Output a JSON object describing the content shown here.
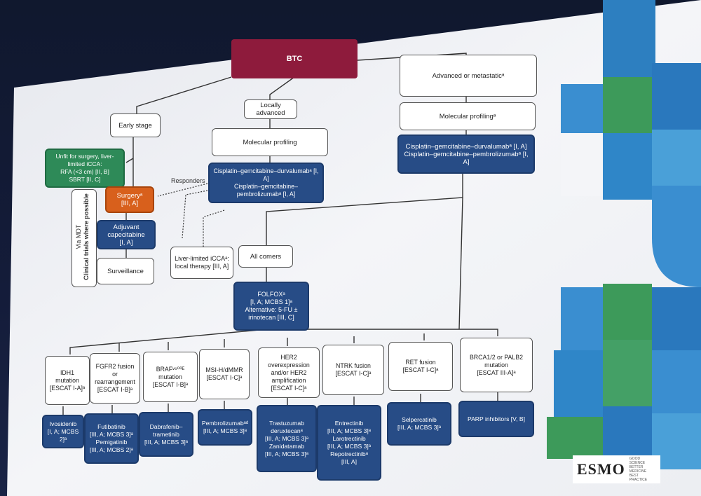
{
  "nodes": {
    "btc": "BTC",
    "early_stage": "Early stage",
    "locally_advanced": "Locally advanced",
    "advanced_metastatic": "Advanced or metastaticᵃ",
    "unfit_surgery": "Unfit for surgery, liver-limited iCCA:\nRFA (<3 cm) [II, B]\nSBRT [II, C]",
    "surgery": "Surgeryᵃ\n[III, A]",
    "adjuvant": "Adjuvant capecitabine\n[I, A]",
    "surveillance": "Surveillance",
    "molecular_profiling_la": "Molecular profiling",
    "cisplatin_la": "Cisplatin–gemcitabine–durvalumabᵃ [I, A]\nCisplatin–gemcitabine–pembrolizumabᵃ [I, A]",
    "molecular_profiling_adv": "Molecular profilingᵃ",
    "cisplatin_adv": "Cisplatin–gemcitabine–durvalumabᵃ [I, A]\nCisplatin–gemcitabine–pembrolizumabᵃ [I, A]",
    "liver_limited": "Liver-limited iCCAᵃ:\nlocal therapy [III, A]",
    "all_comers": "All comers",
    "folfox": "FOLFOXᵃ\n[I, A; MCBS 1]ᵃ\nAlternative: 5-FU ±\nirinotecan [III, C]"
  },
  "labels": {
    "responders": "Responders",
    "via_mdt": "Via MDT",
    "clinical_trials": "Clinical trials where possible"
  },
  "mutations": [
    "IDH1 mutation\n[ESCAT I-A]ᵃ",
    "FGFR2 fusion or\nrearrangement\n[ESCAT I-B]ᵃ",
    "BRAFᵛ⁶⁰⁰ᴱ\nmutation\n[ESCAT I-B]ᵃ",
    "MSI-H/dMMR\n[ESCAT I-C]ᵃ",
    "HER2 overexpression\nand/or HER2\namplification\n[ESCAT I-C]ᵃ",
    "NTRK fusion\n[ESCAT I-C]ᵃ",
    "RET fusion\n[ESCAT I-C]ᵃ",
    "BRCA1/2 or PALB2\nmutation\n[ESCAT III-A]ᵃ"
  ],
  "treatments": [
    "Ivosidenib\n[I, A; MCBS 2]ᵃ",
    "Futibatinib\n[III, A; MCBS 3]ᵃ\nPemigatinib\n[III, A; MCBS 2]ᵃ",
    "Dabrafenib–\ntrametinib\n[III, A; MCBS 3]ᵃ",
    "Pembrolizumabᵃᵈ\n[III, A; MCBS 3]ᵃ",
    "Trastuzumab\nderuxtecanᵃ\n[III, A; MCBS 3]ᵃ\nZanidatamab\n[III, A; MCBS 3]ᵃ",
    "Entrectinib\n[III, A; MCBS 3]ᵃ\nLarotrectinib\n[III, A; MCBS 3]ᵃ\nRepotrectinibᵃ\n[III, A]",
    "Selpercatinib\n[III, A; MCBS 3]ᵃ",
    "PARP inhibitors [V, B]"
  ],
  "logo": {
    "text": "ESMO",
    "tagline": "GOOD SCIENCE\nBETTER MEDICINE\nBEST PRACTICE"
  },
  "colors": {
    "blue": "#274c86",
    "green": "#2e8a58",
    "orange": "#d8601c",
    "maroon": "#8e1b3c"
  }
}
